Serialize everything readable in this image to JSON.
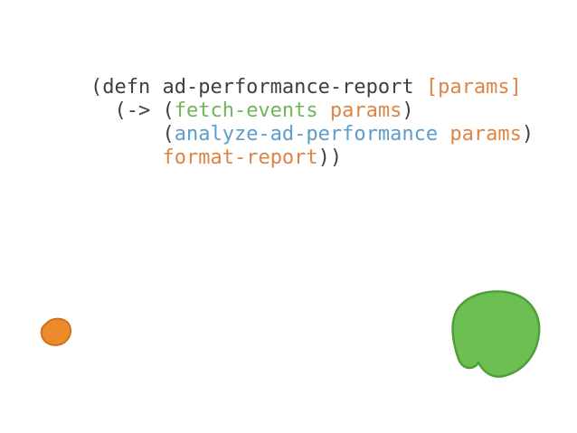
{
  "slide": {
    "code": {
      "colors": {
        "dark": "#3f3f3f",
        "orange": "#df8445",
        "green": "#72b558",
        "blue": "#5d9dc9"
      },
      "lines": [
        [
          {
            "t": "(defn ad-performance-report ",
            "c": "dark"
          },
          {
            "t": "[params]",
            "c": "orange"
          }
        ],
        [
          {
            "t": "  (-> (",
            "c": "dark"
          },
          {
            "t": "fetch-events",
            "c": "green"
          },
          {
            "t": " ",
            "c": "dark"
          },
          {
            "t": "params",
            "c": "orange"
          },
          {
            "t": ")",
            "c": "dark"
          }
        ],
        [
          {
            "t": "      (",
            "c": "dark"
          },
          {
            "t": "analyze-ad-performance",
            "c": "blue"
          },
          {
            "t": " ",
            "c": "dark"
          },
          {
            "t": "params",
            "c": "orange"
          },
          {
            "t": ")",
            "c": "dark"
          }
        ],
        [
          {
            "t": "      ",
            "c": "dark"
          },
          {
            "t": "format-report",
            "c": "orange"
          },
          {
            "t": "))",
            "c": "dark"
          }
        ]
      ]
    },
    "shapes": {
      "orange_blob": {
        "fill": "#ec8b2a",
        "stroke": "#cf711c"
      },
      "green_blob": {
        "fill": "#6cbf50",
        "stroke": "#4f9e3c"
      }
    }
  }
}
